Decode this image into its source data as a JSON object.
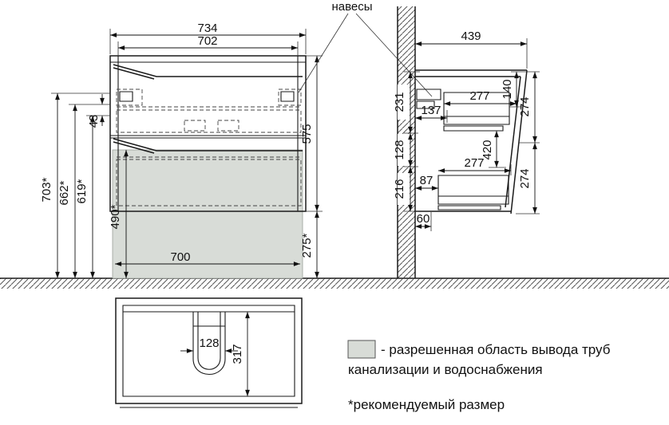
{
  "labels": {
    "hangers": "навесы"
  },
  "front_view": {
    "overall_width": "734",
    "inner_width": "702",
    "cabinet_height": "575",
    "floor_clearance": "275*",
    "hanger_height": "703*",
    "handle_top_height": "662*",
    "handle_bottom_height": "619*",
    "handle_gap": "43",
    "pipe_area_height": "490*",
    "pipe_area_width": "700"
  },
  "side_view": {
    "total_depth": "439",
    "top_section": "140",
    "back_top_segment": "231",
    "hanger_depth": "137",
    "upper_drawer_depth": "277",
    "back_mid_segment": "128",
    "siphon_height": "420",
    "front_upper": "274",
    "back_bottom_segment": "216",
    "back_offset": "87",
    "lower_drawer_depth": "277",
    "front_lower": "274",
    "bottom_offset": "60"
  },
  "bottom_view": {
    "recess_width": "128",
    "recess_depth": "317"
  },
  "legend": {
    "swatch_color": "#d8dcd7",
    "pipe_area_line1": "- разрешенная область вывода труб",
    "pipe_area_line2": "канализации и водоснабжения",
    "footnote": "*рекомендуемый размер"
  }
}
